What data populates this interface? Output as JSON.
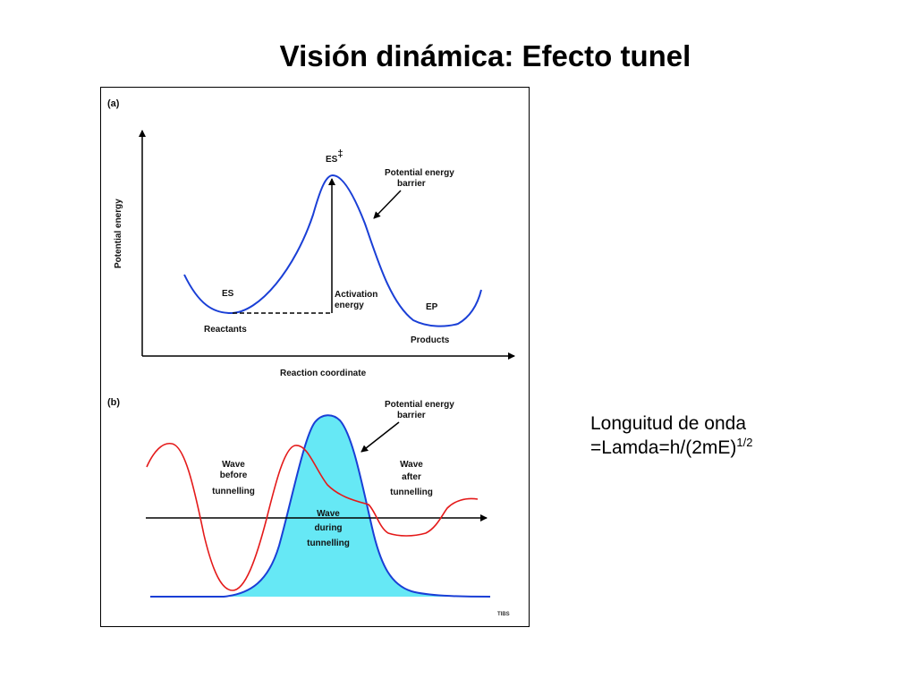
{
  "slide": {
    "title": "Visión dinámica: Efecto tunel"
  },
  "panel_a": {
    "tag": "(a)",
    "y_axis_label": "Potential energy",
    "x_axis_label": "Reaction coordinate",
    "transition_state": "ES",
    "transition_state_mark": "‡",
    "barrier_line1": "Potential energy",
    "barrier_line2": "barrier",
    "reactant_state": "ES",
    "reactant_name": "Reactants",
    "activation_line1": "Activation",
    "activation_line2": "energy",
    "product_state": "EP",
    "product_name": "Products"
  },
  "panel_b": {
    "tag": "(b)",
    "barrier_line1": "Potential energy",
    "barrier_line2": "barrier",
    "before_line1": "Wave",
    "before_line2": "before",
    "before_line3": "tunnelling",
    "after_line1": "Wave",
    "after_line2": "after",
    "after_line3": "tunnelling",
    "during_line1": "Wave",
    "during_line2": "during",
    "during_line3": "tunnelling",
    "source_mark": "TIBS"
  },
  "note": {
    "line1": "Longuitud de onda",
    "line2_prefix": "=Lamda=h/(2mE)",
    "line2_exponent": "1/2"
  },
  "colors": {
    "energy_curve": "#1a3fd6",
    "wave": "#e41a1a",
    "barrier_fill": "#66e8f5",
    "axis": "#000000"
  }
}
